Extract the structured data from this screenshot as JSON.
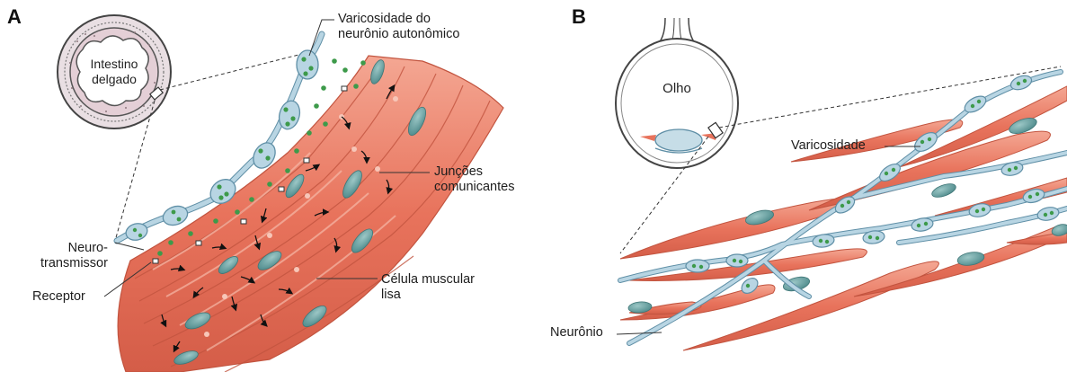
{
  "panel_a": {
    "letter": "A",
    "organ_label": "Intestino\ndelgado",
    "labels": {
      "varicosity": "Varicosidade do\nneurônio autonômico",
      "gap_junctions": "Junções\ncomunicantes",
      "smooth_muscle": "Célula muscular\nlisa",
      "neurotransmitter": "Neuro-\ntransmissor",
      "receptor": "Receptor"
    }
  },
  "panel_b": {
    "letter": "B",
    "organ_label": "Olho",
    "labels": {
      "varicosity": "Varicosidade",
      "neuron": "Neurônio"
    }
  },
  "colors": {
    "muscle_fill": "#e8735c",
    "muscle_light": "#f2a08c",
    "muscle_stroke": "#c2543f",
    "nucleus": "#5f9d9e",
    "neuron_fill": "#b8d5e3",
    "neuron_stroke": "#5f8fa6",
    "vesicle": "#3d9a4a",
    "intestine_fill": "#e4cfd6"
  }
}
